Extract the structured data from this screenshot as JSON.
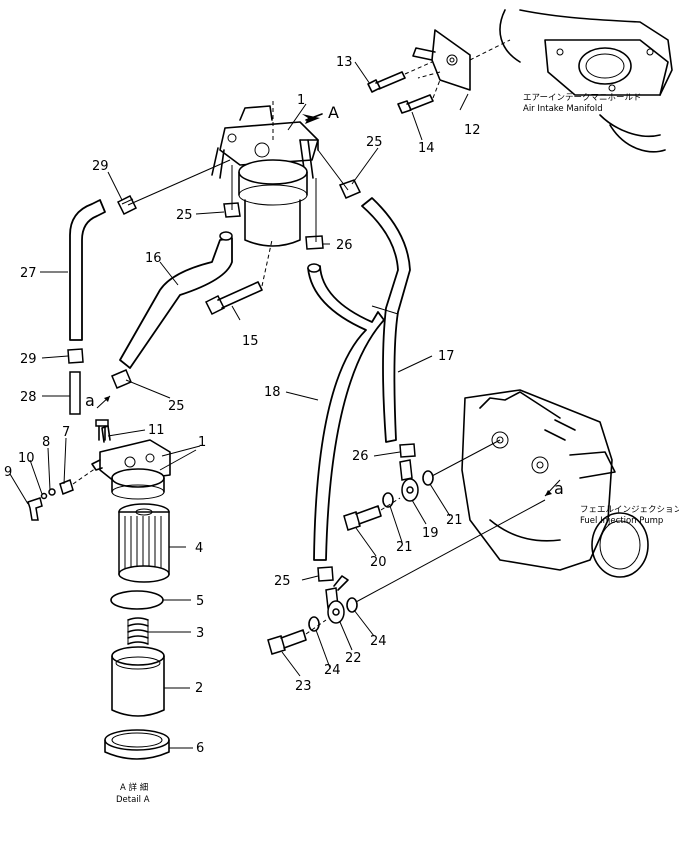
{
  "callouts": {
    "c1_top": "1",
    "c1_low": "1",
    "c2": "2",
    "c3": "3",
    "c4": "4",
    "c5": "5",
    "c6": "6",
    "c7": "7",
    "c8": "8",
    "c9": "9",
    "c10": "10",
    "c11": "11",
    "c12": "12",
    "c13": "13",
    "c14": "14",
    "c15": "15",
    "c16": "16",
    "c17": "17",
    "c18": "18",
    "c19": "19",
    "c20": "20",
    "c21a": "21",
    "c21b": "21",
    "c22": "22",
    "c23": "23",
    "c24a": "24",
    "c24b": "24",
    "c25a": "25",
    "c25b": "25",
    "c25c": "25",
    "c25d": "25",
    "c26a": "26",
    "c26b": "26",
    "c27": "27",
    "c28": "28",
    "c29a": "29",
    "c29b": "29"
  },
  "markers": {
    "view_a": "A",
    "conn_a_left": "a",
    "conn_a_right": "a"
  },
  "captions": {
    "air_intake_jp": "エアーインテークマニホールド",
    "air_intake_en": "Air Intake Manifold",
    "fuel_pump_jp": "フェエルインジェクションポンプ",
    "fuel_pump_en": "Fuel Injection Pump",
    "detail_jp": "A 詳 細",
    "detail_en": "Detail A"
  }
}
